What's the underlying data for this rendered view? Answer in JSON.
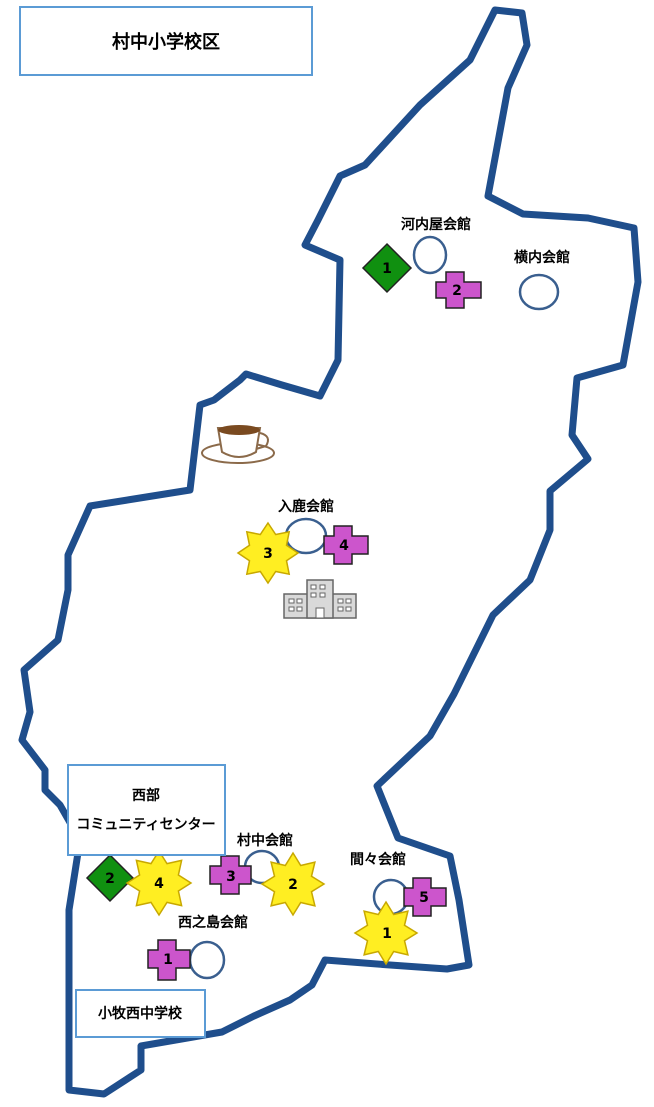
{
  "title": "村中小学校区",
  "colors": {
    "boundary": "#1f4e8c",
    "circle": "#3a5f8f",
    "cross": "#cc55cc",
    "diamond": "#109010",
    "star": "#ffee22",
    "box_border": "#5b9bd5"
  },
  "halls": [
    {
      "name": "河内屋会館",
      "icon": "circle"
    },
    {
      "name": "横内会館",
      "icon": "circle"
    },
    {
      "name": "入鹿会館",
      "icon": "circle"
    },
    {
      "name": "村中会館",
      "icon": "circle"
    },
    {
      "name": "間々会館",
      "icon": "circle"
    },
    {
      "name": "西之島会館",
      "icon": "circle"
    }
  ],
  "facilities": {
    "community_center": {
      "line1": "西部",
      "line2": "コミュニティセンター"
    },
    "school": "小牧西中学校"
  },
  "markers": {
    "diamonds": [
      "1",
      "2"
    ],
    "crosses": [
      "2",
      "4",
      "3",
      "5",
      "1"
    ],
    "stars": [
      "3",
      "4",
      "2",
      "1"
    ]
  },
  "icons": [
    "coffee-cup-icon",
    "school-building-icon"
  ]
}
